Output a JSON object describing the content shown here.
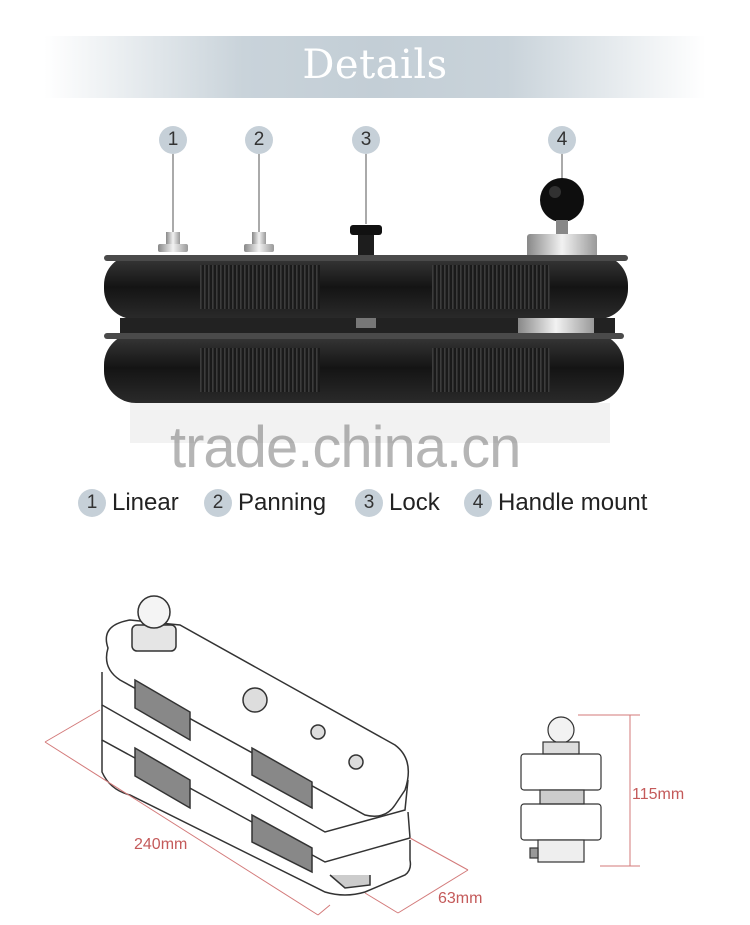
{
  "header": {
    "title": "Details"
  },
  "callouts": [
    "1",
    "2",
    "3",
    "4"
  ],
  "watermark": "trade.china.cn",
  "legend": [
    {
      "num": "1",
      "label": "Linear"
    },
    {
      "num": "2",
      "label": "Panning"
    },
    {
      "num": "3",
      "label": "Lock"
    },
    {
      "num": "4",
      "label": "Handle mount"
    }
  ],
  "dimensions": {
    "length": "240mm",
    "width": "63mm",
    "height": "115mm"
  },
  "colors": {
    "banner": "#c6d0d8",
    "dimension_line": "#d37a7a",
    "device_body": "#1b1b1b"
  }
}
